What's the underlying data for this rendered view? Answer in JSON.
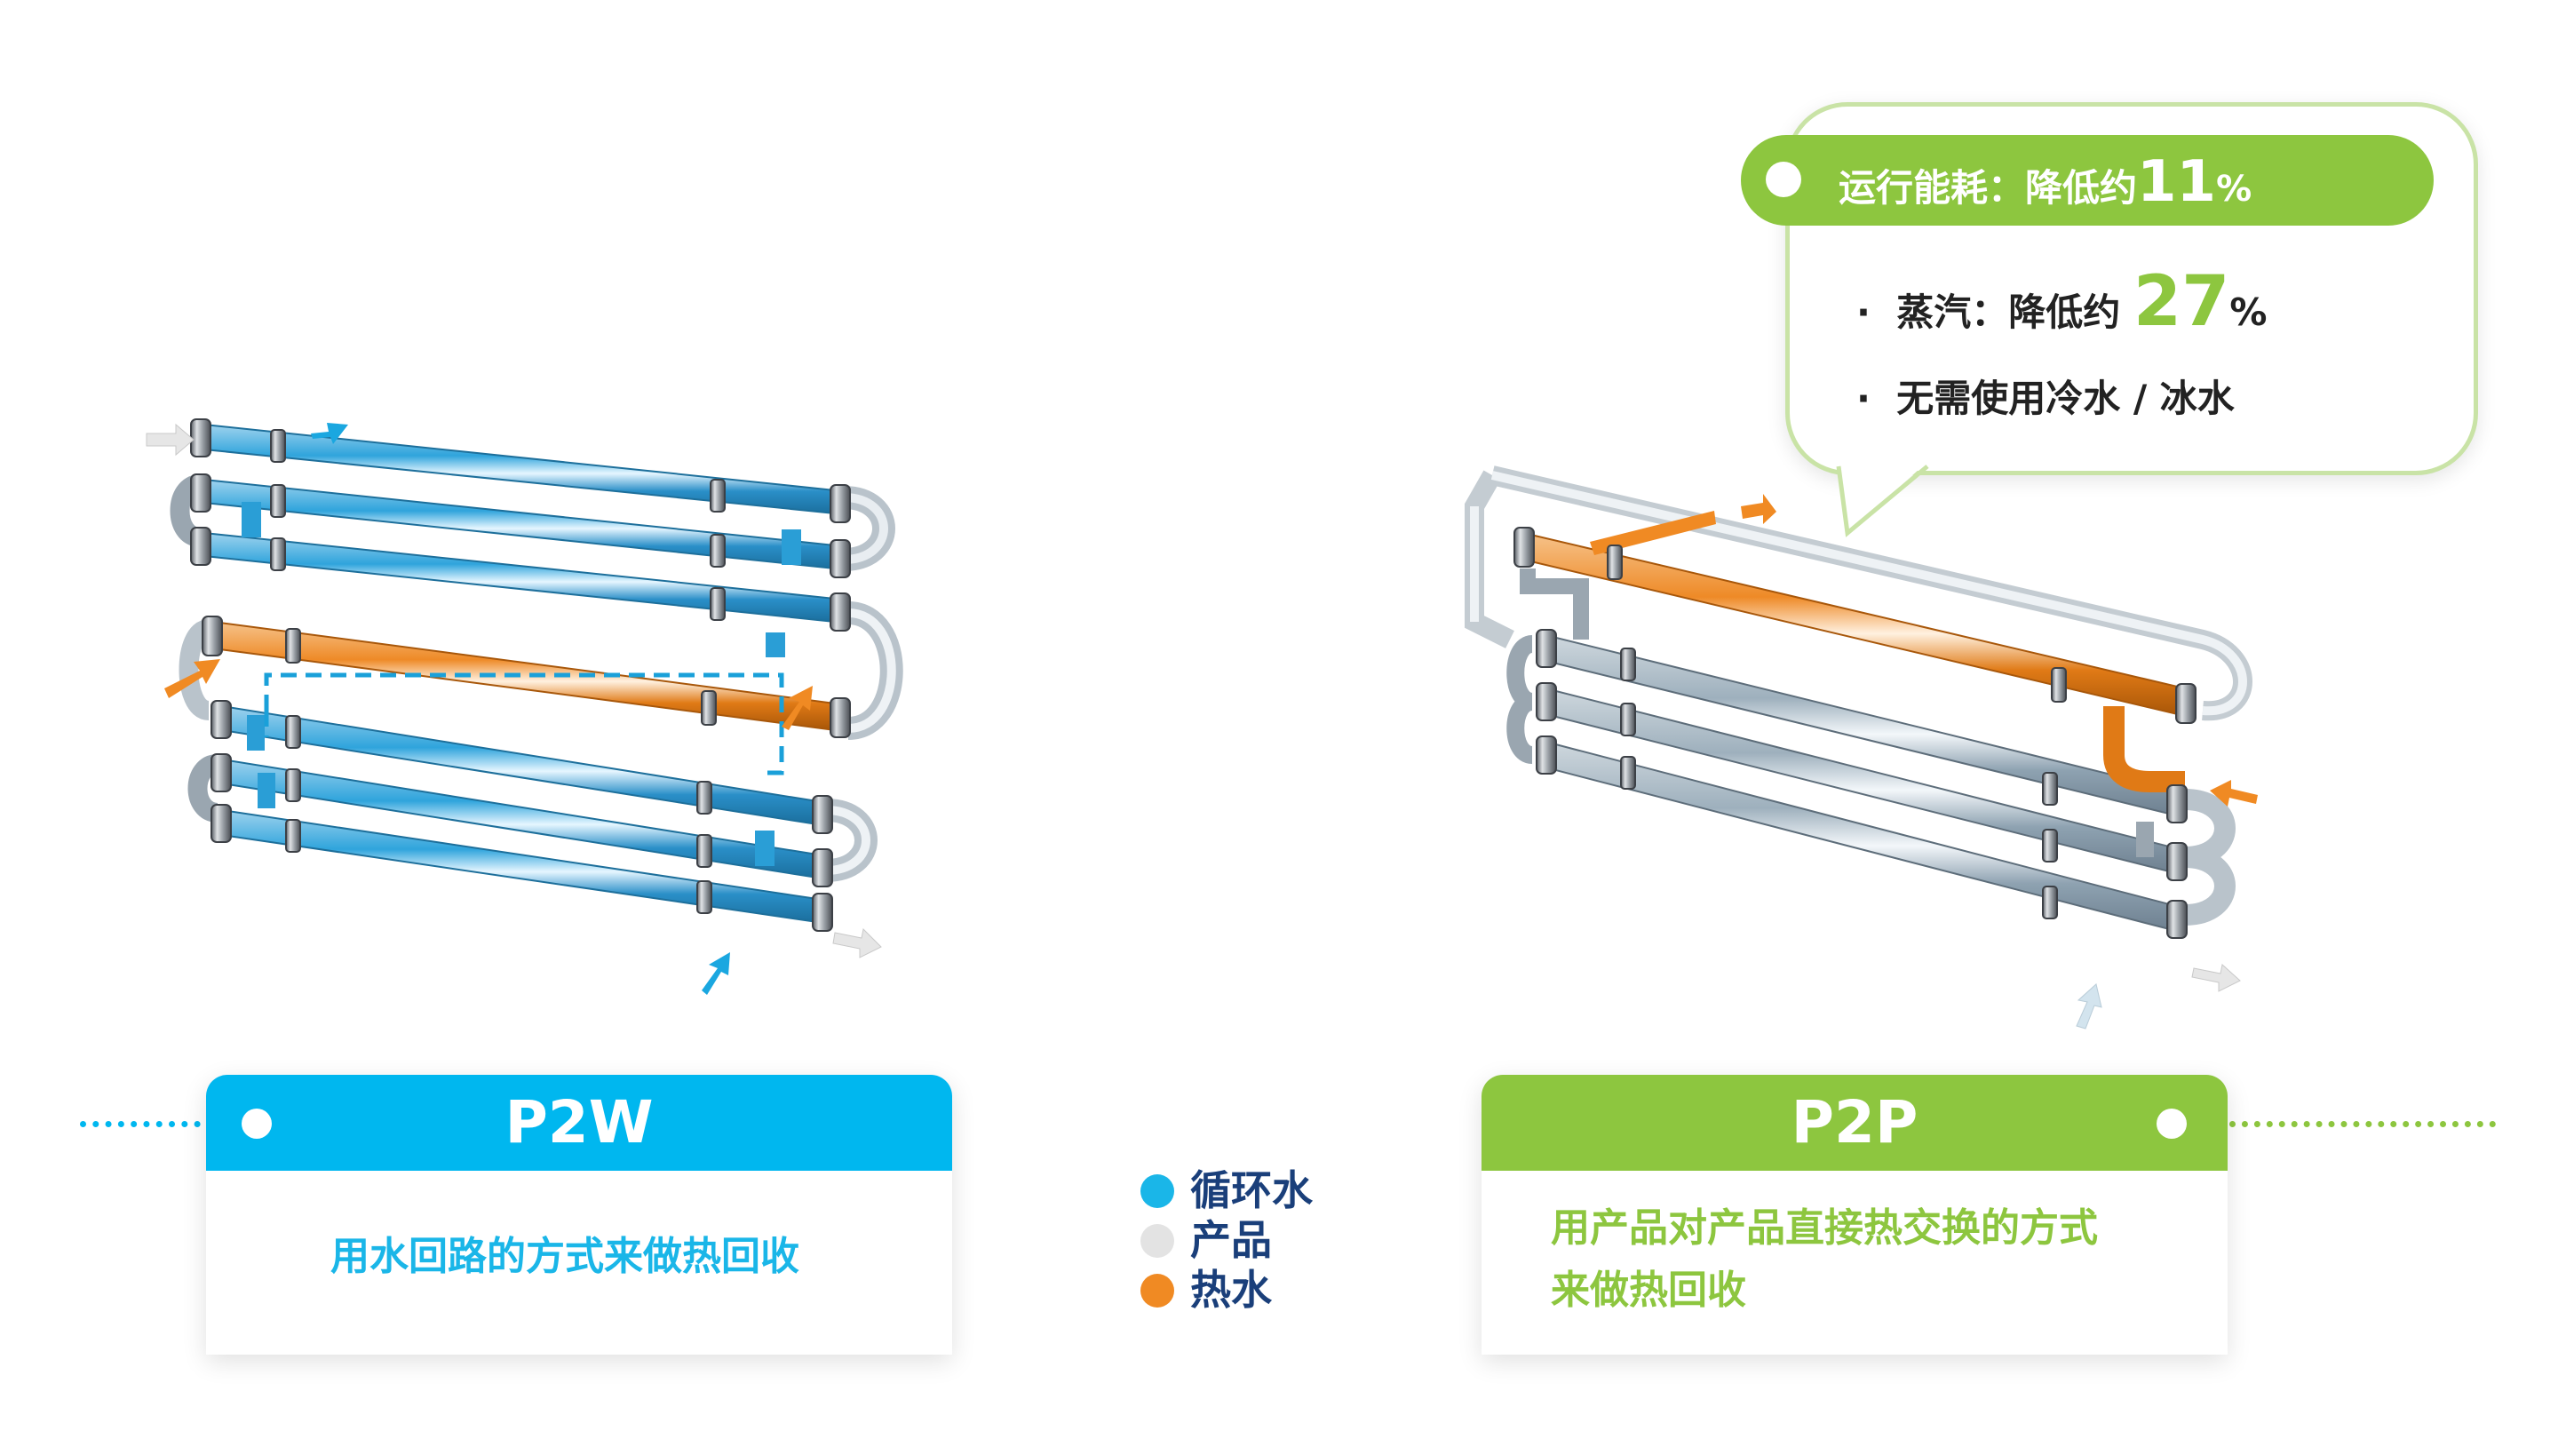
{
  "colors": {
    "circulating_water": "#1ab6e8",
    "product": "#d9d9d9",
    "hot_water": "#f08a23",
    "p2w_accent": "#00b7ef",
    "p2p_accent": "#8dc63f",
    "legend_text": "#1a3f7a"
  },
  "callout": {
    "energy_label": "运行能耗：降低约",
    "energy_value": "11",
    "energy_unit": "%",
    "steam_label": "蒸汽：降低约",
    "steam_value": "27",
    "steam_unit": "%",
    "bullet_mark": "·",
    "no_cold_water": "无需使用冷水 / 冰水"
  },
  "p2w": {
    "title": "P2W",
    "description": "用水回路的方式来做热回收"
  },
  "p2p": {
    "title": "P2P",
    "description_line1": "用产品对产品直接热交换的方式",
    "description_line2": "来做热回收"
  },
  "legend": [
    {
      "label": "循环水",
      "color": "#1ab6e8"
    },
    {
      "label": "产品",
      "color": "#e3e3e3"
    },
    {
      "label": "热水",
      "color": "#f08a23"
    }
  ]
}
